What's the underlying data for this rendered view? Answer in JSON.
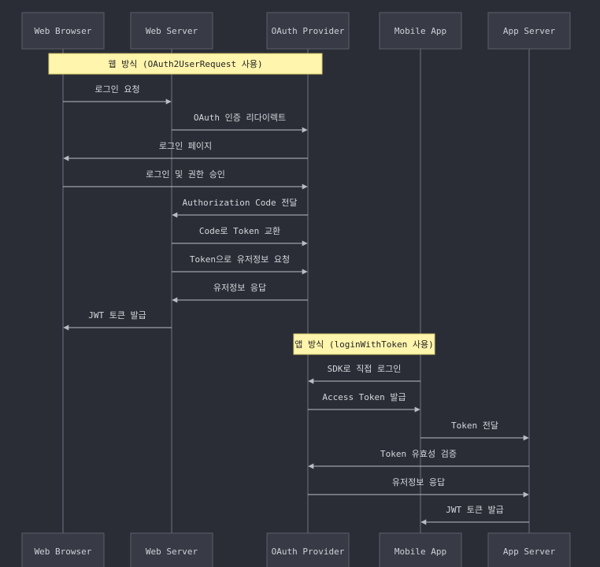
{
  "participants": [
    {
      "id": "wb",
      "label": "Web Browser"
    },
    {
      "id": "ws",
      "label": "Web Server"
    },
    {
      "id": "op",
      "label": "OAuth Provider"
    },
    {
      "id": "ma",
      "label": "Mobile App"
    },
    {
      "id": "as",
      "label": "App Server"
    }
  ],
  "notes": [
    {
      "text": "웹 방식 (OAuth2UserRequest 사용)",
      "from": "wb",
      "to": "op"
    },
    {
      "text": "앱 방식 (loginWithToken 사용)",
      "over": "op"
    }
  ],
  "messages": [
    {
      "from": "wb",
      "to": "ws",
      "text": "로그인 요청"
    },
    {
      "from": "ws",
      "to": "op",
      "text": "OAuth 인증 리다이렉트"
    },
    {
      "from": "op",
      "to": "wb",
      "text": "로그인 페이지"
    },
    {
      "from": "wb",
      "to": "op",
      "text": "로그인 및 권한 승인"
    },
    {
      "from": "op",
      "to": "ws",
      "text": "Authorization Code 전달"
    },
    {
      "from": "ws",
      "to": "op",
      "text": "Code로 Token 교환"
    },
    {
      "from": "ws",
      "to": "op",
      "text": "Token으로 유저정보 요청"
    },
    {
      "from": "op",
      "to": "ws",
      "text": "유저정보 응답"
    },
    {
      "from": "ws",
      "to": "wb",
      "text": "JWT 토큰 발급"
    },
    {
      "from": "ma",
      "to": "op",
      "text": "SDK로 직접 로그인"
    },
    {
      "from": "op",
      "to": "ma",
      "text": "Access Token 발급"
    },
    {
      "from": "ma",
      "to": "as",
      "text": "Token 전달"
    },
    {
      "from": "as",
      "to": "op",
      "text": "Token 유효성 검증"
    },
    {
      "from": "op",
      "to": "as",
      "text": "유저정보 응답"
    },
    {
      "from": "as",
      "to": "ma",
      "text": "JWT 토큰 발급"
    }
  ],
  "colors": {
    "background": "#2b2d36",
    "actor_fill": "#383a45",
    "note_fill": "#fff5ad",
    "line": "#b9bcc6"
  }
}
